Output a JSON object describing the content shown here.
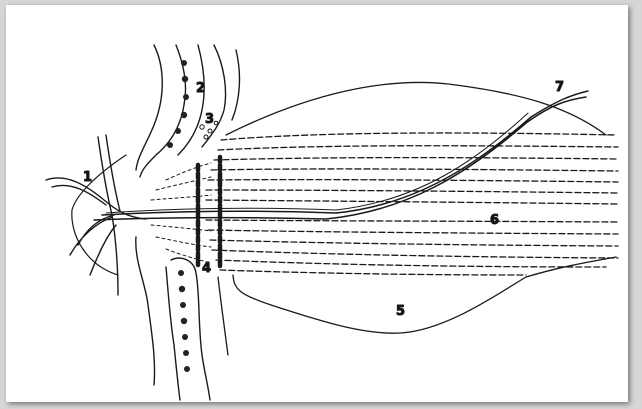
{
  "labels": {
    "l1": "1",
    "l2": "2",
    "l3": "3",
    "l4": "4",
    "l5": "5",
    "l6": "6",
    "l7": "7"
  },
  "colors": {
    "ink": "#1a1a1a",
    "paper": "#ffffff",
    "background": "#d6d6d6"
  }
}
